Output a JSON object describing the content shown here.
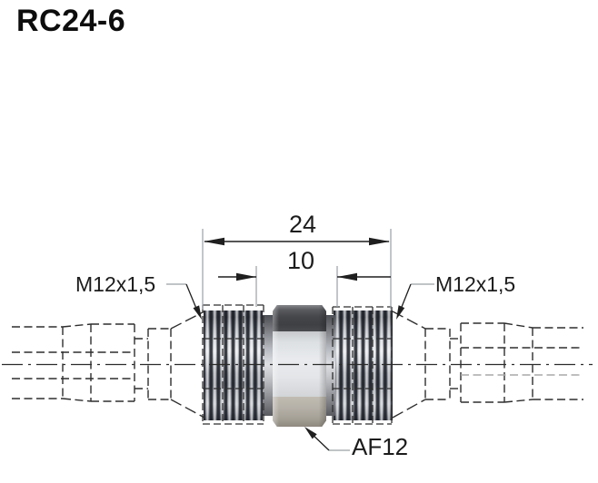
{
  "title": "RC24-6",
  "dimensions": {
    "overall_length": "24",
    "center_section": "10"
  },
  "labels": {
    "thread_left": "M12x1,5",
    "thread_right": "M12x1,5",
    "wrench_flats": "AF12"
  },
  "colors": {
    "background": "#ffffff",
    "outline_line": "#2e2e2e",
    "dimension_line": "#1f1f1f",
    "extension_line": "#9aa0a5",
    "phantom_gray_line": "#a9a9a9",
    "hex_top_face": "#45464a",
    "hex_front_face": "#e9ebee",
    "hex_bottom_face": "#b5b0a7",
    "thread_highlight": "#e4e6ea",
    "thread_shadow": "#50545c"
  }
}
